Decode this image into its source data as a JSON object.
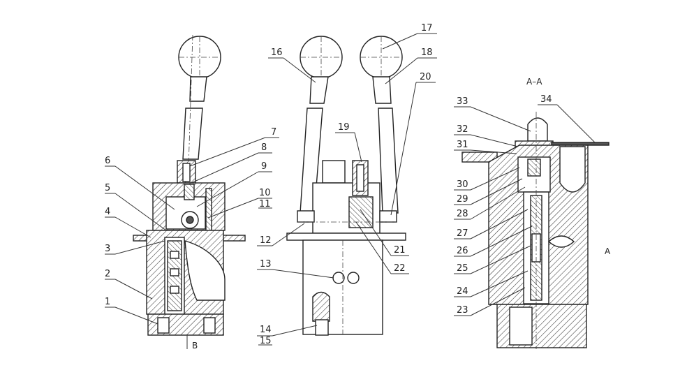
{
  "labels": [
    "1",
    "2",
    "3",
    "4",
    "5",
    "6",
    "7",
    "8",
    "9",
    "10",
    "11",
    "12",
    "13",
    "14",
    "15",
    "16",
    "17",
    "18",
    "19",
    "20",
    "21",
    "22",
    "23",
    "24",
    "25",
    "26",
    "27",
    "28",
    "29",
    "30",
    "31",
    "32",
    "33",
    "34"
  ],
  "section_title": "A–A",
  "view_marker_b": "B",
  "view_marker_a": "A"
}
